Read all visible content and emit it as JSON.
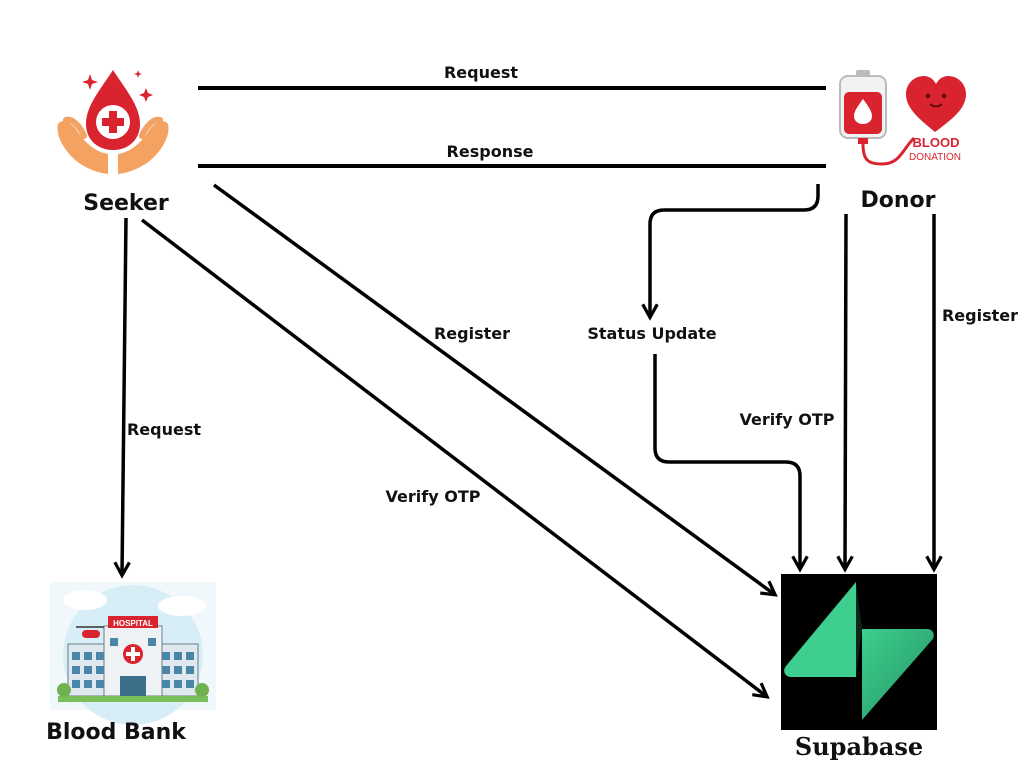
{
  "nodes": {
    "seeker": {
      "label": "Seeker",
      "icon": "blood-drop-hands-icon"
    },
    "donor": {
      "label": "Donor",
      "icon": "blood-donation-icon",
      "logo_text": [
        "BLOOD",
        "DONATION"
      ]
    },
    "blood_bank": {
      "label": "Blood Bank",
      "icon": "hospital-icon",
      "sign_text": "HOSPITAL"
    },
    "supabase": {
      "label": "Supabase",
      "icon": "supabase-logo-icon"
    },
    "status_update": {
      "label": "Status Update"
    }
  },
  "edges": {
    "request_top": "Request",
    "response": "Response",
    "seeker_register": "Register",
    "seeker_verify": "Verify OTP",
    "seeker_request": "Request",
    "donor_verify": "Verify OTP",
    "donor_register": "Register"
  },
  "colors": {
    "blood_red": "#d9232e",
    "hand_orange": "#f4a261",
    "supabase_green": "#3ecf8e",
    "supabase_bg": "#000000"
  }
}
